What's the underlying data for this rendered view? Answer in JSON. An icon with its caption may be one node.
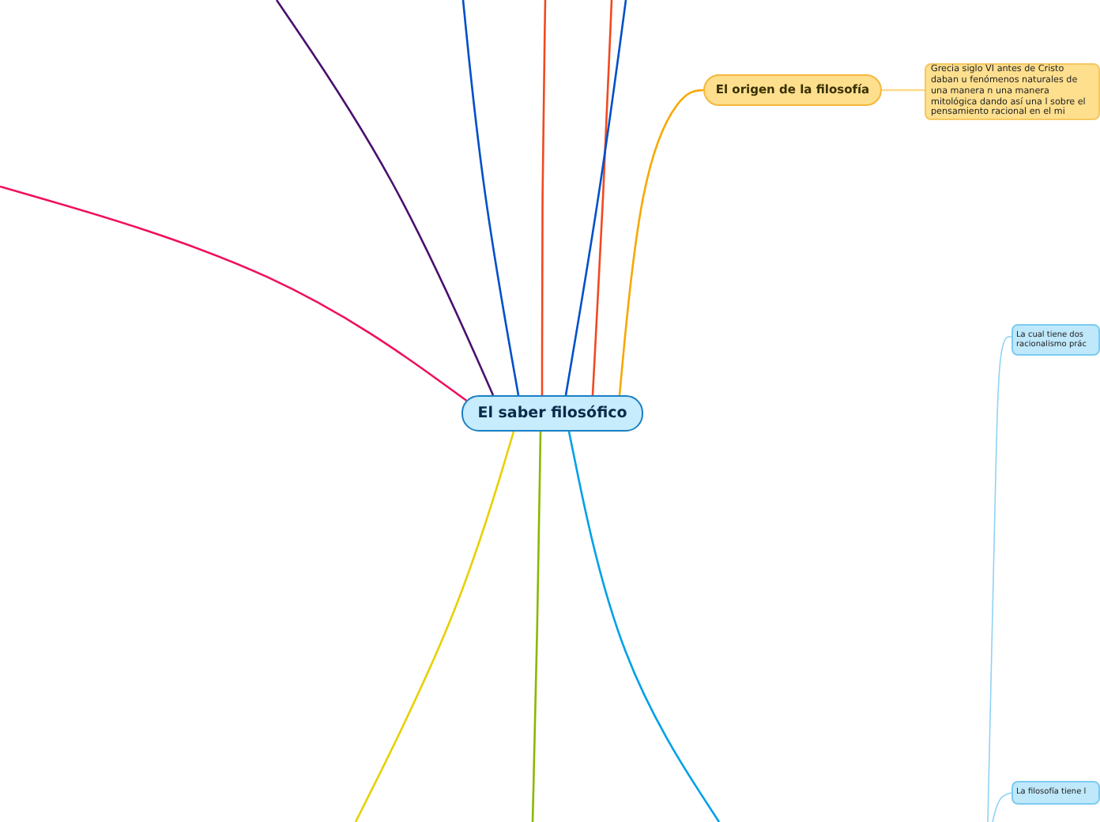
{
  "diagram": {
    "nodes": [
      {
        "text": [
          "El saber filosófico"
        ]
      },
      {
        "text": [
          "El origen de la filosofía"
        ]
      },
      {
        "text": [
          "Grecia siglo VI antes de Cristo daban u fenómenos naturales de una manera n una manera mitológica dando así una l sobre el pensamiento racional en el mi"
        ]
      },
      {
        "text": [
          "La cual tiene dos racionalismo prác"
        ]
      },
      {
        "text": [
          "La filosofía tiene l"
        ]
      }
    ],
    "edges": [
      {
        "from": 0,
        "to": null,
        "arrow": "none",
        "color": "#4b0f6e"
      },
      {
        "from": 0,
        "to": null,
        "arrow": "none",
        "color": "#0050c8"
      },
      {
        "from": 0,
        "to": null,
        "arrow": "none",
        "color": "#f04a20"
      },
      {
        "from": 0,
        "to": null,
        "arrow": "none",
        "color": "#f04a20"
      },
      {
        "from": 0,
        "to": null,
        "arrow": "none",
        "color": "#0050c8"
      },
      {
        "from": 0,
        "to": 1,
        "arrow": "none",
        "color": "#f7a800"
      },
      {
        "from": 1,
        "to": 2,
        "arrow": "none",
        "color": "#fbd98a"
      },
      {
        "from": 0,
        "to": null,
        "arrow": "none",
        "color": "#f0105a"
      },
      {
        "from": 0,
        "to": null,
        "arrow": "none",
        "color": "#e8d000"
      },
      {
        "from": 0,
        "to": null,
        "arrow": "none",
        "color": "#8ab800"
      },
      {
        "from": 0,
        "to": null,
        "arrow": "none",
        "color": "#00a0e8"
      },
      {
        "from": null,
        "to": 3,
        "arrow": "none",
        "color": "#8fd3f5"
      },
      {
        "from": null,
        "to": 4,
        "arrow": "none",
        "color": "#8fd3f5"
      }
    ]
  }
}
